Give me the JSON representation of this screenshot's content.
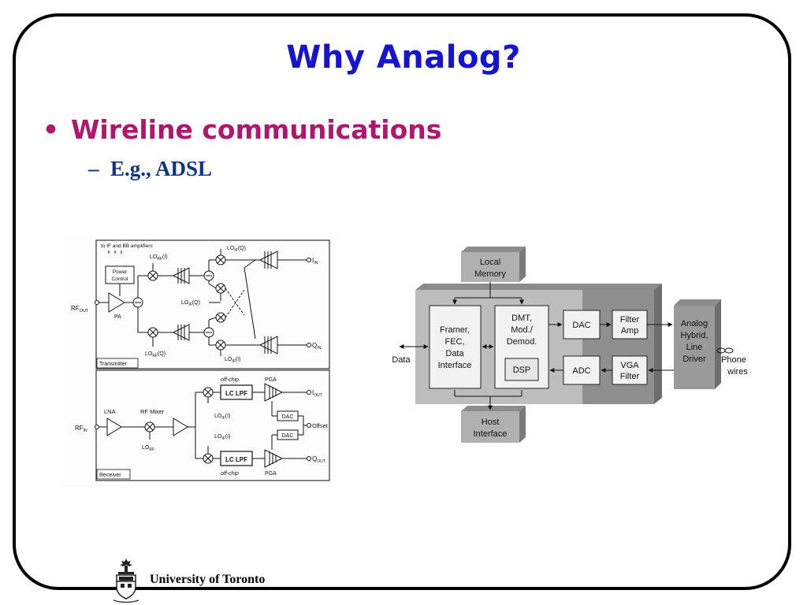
{
  "slide": {
    "title": "Why Analog?",
    "bullet_symbol": "•",
    "bullet_text": "Wireline communications",
    "sub_dash": "–",
    "sub_text": "E.g., ADSL",
    "footer": "University of Toronto"
  },
  "transceiver": {
    "tx_note": "to IF and BB amplifiers",
    "power_control": [
      "Power",
      "Control"
    ],
    "pa": "PA",
    "rf_out": "RF",
    "rf_out_sub": "OUT",
    "lo_rf_i": "LO",
    "lo_rf_i_sub": "RF",
    "lo_rf_i_tail": "(I)",
    "lo_if_q_top": "LO",
    "lo_if_q_top_sub": "IF",
    "lo_if_q_top_tail": "(Q)",
    "lo_if_q_mid": "LO",
    "lo_if_q_mid_sub": "IF",
    "lo_if_q_mid_tail": "(Q)",
    "lo_rf_q": "LO",
    "lo_rf_q_sub": "RF",
    "lo_rf_q_tail": "(Q)",
    "lo_if_i_tx": "LO",
    "lo_if_i_tx_sub": "IF",
    "lo_if_i_tx_tail": "(I)",
    "i_in": "I",
    "i_in_sub": "IN",
    "q_in": "Q",
    "q_in_sub": "IN",
    "transmitter": "Transmitter",
    "receiver": "Receiver",
    "lna": "LNA",
    "rf_mixer": "RF Mixer",
    "rf_in": "RF",
    "rf_in_sub": "IN",
    "lo_rf_rx": "LO",
    "lo_rf_rx_sub": "RF",
    "off_chip_top": "off-chip",
    "off_chip_bottom": "off-chip",
    "pga_top": "PGA",
    "pga_bottom": "PGA",
    "lc_lpf_top": "LC LPF",
    "lc_lpf_bottom": "LC LPF",
    "lo_if_i_rx": "LO",
    "lo_if_i_rx_sub": "IF",
    "lo_if_i_rx_tail": "(I)",
    "lo_if_i_rx2": "LO",
    "lo_if_i_rx2_sub": "IF",
    "lo_if_i_rx2_tail": "(I)",
    "dac1": "DAC",
    "dac2": "DAC",
    "offset": "Offset",
    "i_out": "I",
    "i_out_sub": "OUT",
    "q_out": "Q",
    "q_out_sub": "OUT"
  },
  "adsl": {
    "local_memory": [
      "Local",
      "Memory"
    ],
    "host_interface": [
      "Host",
      "Interface"
    ],
    "framer": [
      "Framer,",
      "FEC,",
      "Data",
      "Interface"
    ],
    "dmt": [
      "DMT,",
      "Mod./",
      "Demod."
    ],
    "dsp": "DSP",
    "dac": "DAC",
    "adc": "ADC",
    "filter_amp": [
      "Filter",
      "Amp"
    ],
    "vga_filter": [
      "VGA",
      "Filter"
    ],
    "analog_hybrid": [
      "Analog",
      "Hybrid,",
      "Line",
      "Driver"
    ],
    "phone_wires": [
      "Phone",
      "wires"
    ],
    "data": "Data"
  }
}
